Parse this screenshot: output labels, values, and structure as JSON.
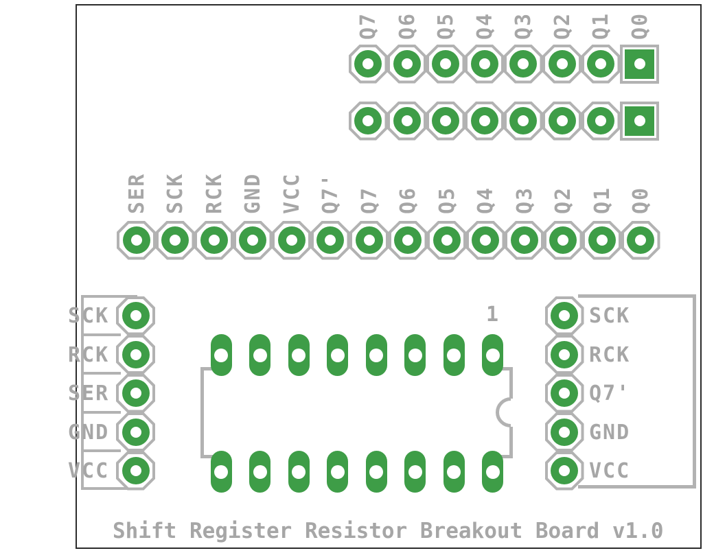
{
  "title": "Shift Register Resistor Breakout Board v1.0",
  "colors": {
    "pad_green": "#3E9D47",
    "silkscreen_gray": "#B2B2B2",
    "text_gray": "#A6A6A6",
    "board_outline": "#2B2B2B"
  },
  "headers": {
    "top_labeled": {
      "labels": [
        "Q7",
        "Q6",
        "Q5",
        "Q4",
        "Q3",
        "Q2",
        "Q1",
        "Q0"
      ]
    },
    "top_unlabeled": {
      "labels": [],
      "pin_count": 8
    },
    "middle": {
      "labels": [
        "SER",
        "SCK",
        "RCK",
        "GND",
        "VCC",
        "Q7'",
        "Q7",
        "Q6",
        "Q5",
        "Q4",
        "Q3",
        "Q2",
        "Q1",
        "Q0"
      ]
    },
    "left_breakout": {
      "labels": [
        "SCK",
        "RCK",
        "SER",
        "GND",
        "VCC"
      ]
    },
    "right_breakout": {
      "labels": [
        "SCK",
        "RCK",
        "Q7'",
        "GND",
        "VCC"
      ]
    }
  },
  "ic": {
    "pin1_marker": "1",
    "top_pad_count": 8,
    "bottom_pad_count": 8
  }
}
